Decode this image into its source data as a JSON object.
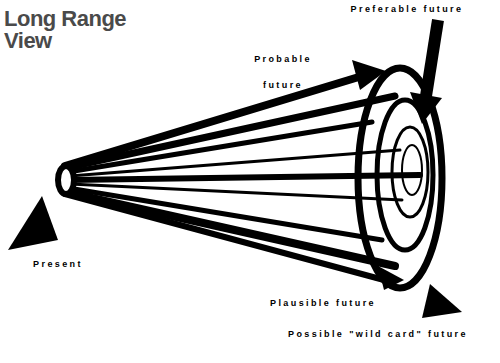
{
  "diagram": {
    "title": "Long Range View",
    "labels": [
      "Preferable future",
      "Probable future",
      "Present",
      "Plausible future",
      "Possible \"wild card\" future"
    ]
  }
}
